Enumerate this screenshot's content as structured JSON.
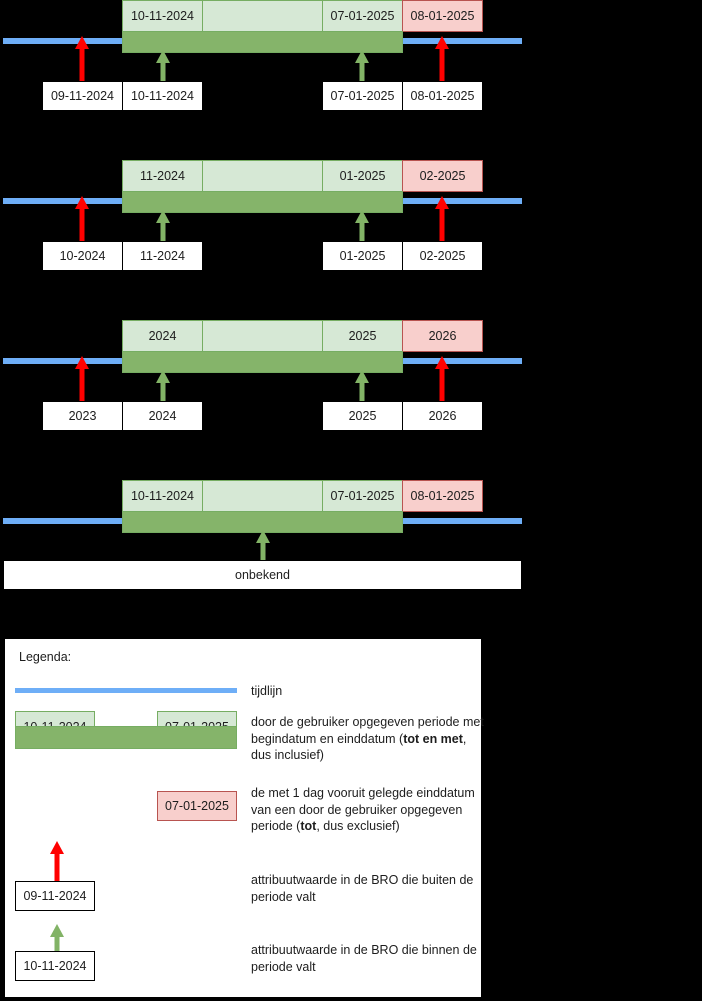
{
  "rows": [
    {
      "id": "row-dates",
      "period": {
        "start": "10-11-2024",
        "middle": "",
        "end": "07-01-2025"
      },
      "excluded_end": "08-01-2025",
      "labels": [
        {
          "value": "09-11-2024",
          "arrow": "red"
        },
        {
          "value": "10-11-2024",
          "arrow": "green"
        },
        {
          "value": "07-01-2025",
          "arrow": "green"
        },
        {
          "value": "08-01-2025",
          "arrow": "red"
        }
      ]
    },
    {
      "id": "row-months",
      "period": {
        "start": "11-2024",
        "middle": "",
        "end": "01-2025"
      },
      "excluded_end": "02-2025",
      "labels": [
        {
          "value": "10-2024",
          "arrow": "red"
        },
        {
          "value": "11-2024",
          "arrow": "green"
        },
        {
          "value": "01-2025",
          "arrow": "green"
        },
        {
          "value": "02-2025",
          "arrow": "red"
        }
      ]
    },
    {
      "id": "row-years",
      "period": {
        "start": "2024",
        "middle": "",
        "end": "2025"
      },
      "excluded_end": "2026",
      "labels": [
        {
          "value": "2023",
          "arrow": "red"
        },
        {
          "value": "2024",
          "arrow": "green"
        },
        {
          "value": "2025",
          "arrow": "green"
        },
        {
          "value": "2026",
          "arrow": "red"
        }
      ]
    },
    {
      "id": "row-unknown",
      "period": {
        "start": "10-11-2024",
        "middle": "",
        "end": "07-01-2025"
      },
      "excluded_end": "08-01-2025",
      "unknown_label": "onbekend"
    }
  ],
  "legend": {
    "title": "Legenda:",
    "timeline_label": "tijdlijn",
    "period": {
      "start": "10-11-2024",
      "end": "07-01-2025",
      "text_a": "door de gebruiker opgegeven periode met",
      "text_b": "begindatum en einddatum (",
      "text_b_bold": "tot en met",
      "text_b_tail": ",",
      "text_c": "dus inclusief)"
    },
    "excluded": {
      "value": "07-01-2025",
      "text_a": "de met 1 dag vooruit gelegde einddatum",
      "text_b": "van een door de gebruiker opgegeven",
      "text_c_head": "periode (",
      "text_c_bold": "tot",
      "text_c_tail": ", dus exclusief)"
    },
    "outside": {
      "value": "09-11-2024",
      "text_a": "attribuutwaarde in de BRO die buiten de",
      "text_b": "periode valt"
    },
    "inside": {
      "value": "10-11-2024",
      "text_a": "attribuutwaarde in de BRO die binnen de",
      "text_b": "periode valt"
    }
  },
  "colors": {
    "timeline": "#6EAEF7",
    "period_light": "#D6E8D5",
    "period_solid": "#85B46A",
    "period_border": "#76AD62",
    "excluded_fill": "#F8CFCC",
    "excluded_border": "#B85450",
    "arrow_outside": "#FF0000",
    "arrow_inside": "#82B366",
    "background": "#000000",
    "panel": "#FFFFFF"
  }
}
